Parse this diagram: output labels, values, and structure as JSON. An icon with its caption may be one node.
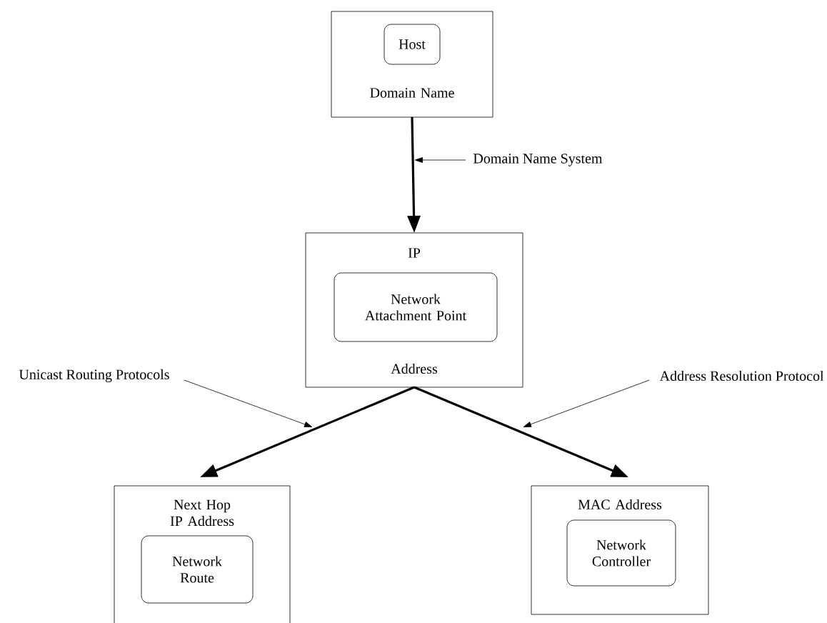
{
  "diagram": {
    "nodes": [
      {
        "text": [
          "Domain Name"
        ]
      },
      {
        "text": [
          "Host"
        ],
        "in": 0
      },
      {
        "text": [
          "IP",
          "Address"
        ]
      },
      {
        "text": [
          "Network Attachment Point"
        ],
        "in": 2
      },
      {
        "text": [
          "Next Hop IP Address"
        ]
      },
      {
        "text": [
          "Network Route"
        ],
        "in": 4
      },
      {
        "text": [
          "MAC Address"
        ]
      },
      {
        "text": [
          "Network Controller"
        ],
        "in": 6
      },
      {
        "text": [
          "Domain Name System"
        ]
      },
      {
        "text": [
          "Unicast Routing Protocols"
        ]
      },
      {
        "text": [
          "Address Resolution Protocol"
        ]
      }
    ],
    "edges": [
      {
        "from": 0,
        "to": 2,
        "arrow": "to"
      },
      {
        "from": 2,
        "to": 4,
        "arrow": "to"
      },
      {
        "from": 2,
        "to": 6,
        "arrow": "to"
      },
      {
        "from": 8,
        "to": null,
        "arrow": "to"
      },
      {
        "from": 9,
        "to": null,
        "arrow": "to"
      },
      {
        "from": 10,
        "to": null,
        "arrow": "to"
      }
    ]
  }
}
